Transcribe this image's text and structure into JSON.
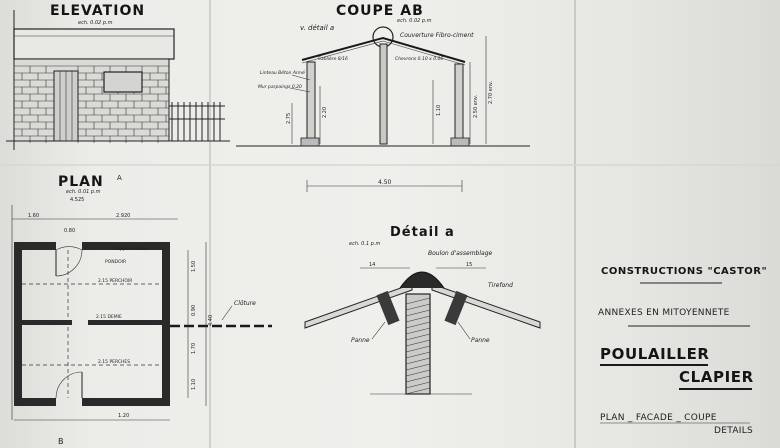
{
  "elevation": {
    "title": "ELEVATION",
    "scale": "ech. 0.02 p.m"
  },
  "coupe": {
    "title": "COUPE AB",
    "scale": "ech. 0.02 p.m",
    "detail_ref": "v. détail a",
    "roof_note": "Couverture Fibro-ciment",
    "chevron_note": "Chevrons 0.10 x 0.06",
    "sablier_note": "Sablière 8/16",
    "lintel_note": "Linteau Béton Armé",
    "wall_note": "Mur parpaings 0.20",
    "dim_width": "4.50",
    "dim_h1": "2.20",
    "dim_h2": "2.50 env.",
    "dim_h3": "2.70 env.",
    "dim_small": "2.75"
  },
  "plan": {
    "title": "PLAN",
    "marker": "A",
    "scale": "ech. 0.01 p.m",
    "total_width": "4.525",
    "dim_a": "1.60",
    "dim_b": "2.920",
    "dim_c": "0.80",
    "dim_d": "1.20",
    "room_upper_note": "trappe à ouvrir",
    "perch_label": "2.15 PERCHOIR",
    "nest_label": "PONDOIR",
    "dividing_label": "2.15 DEMIE",
    "lower_label": "2.15 PERCHES",
    "cloture_label": "Clôture",
    "section_b": "B",
    "right_dims": [
      "1.50",
      "0.90",
      "4.40",
      "1.70",
      "1.10"
    ]
  },
  "detail": {
    "title": "Détail a",
    "scale": "ech. 0.1 p.m",
    "boulon": "Boulon d'assemblage",
    "tirefond": "Tirefond",
    "panne_left": "Panne",
    "panne_right": "Panne",
    "dim_left": "14",
    "dim_right": "15"
  },
  "title_block": {
    "company": "CONSTRUCTIONS \"CASTOR\"",
    "project": "ANNEXES EN MITOYENNETE",
    "name_1": "POULAILLER",
    "name_2": "CLAPIER",
    "content": "PLAN _ FACADE _ COUPE",
    "content_2": "DETAILS"
  }
}
